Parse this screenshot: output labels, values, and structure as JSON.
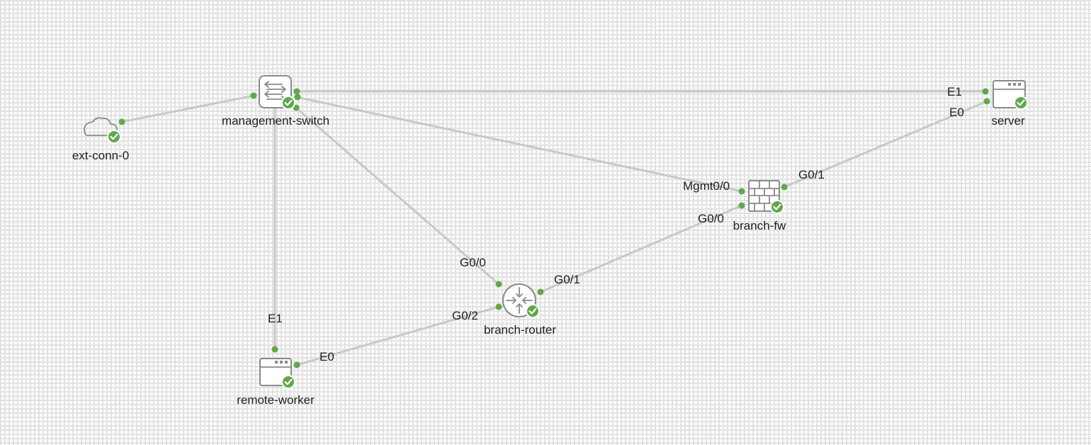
{
  "nodes": {
    "ext_conn": {
      "label": "ext-conn-0",
      "icon": "cloud-icon",
      "status": "running"
    },
    "mgmt_switch": {
      "label": "management-switch",
      "icon": "switch-icon",
      "status": "running"
    },
    "server": {
      "label": "server",
      "icon": "server-icon",
      "status": "running"
    },
    "branch_fw": {
      "label": "branch-fw",
      "icon": "firewall-icon",
      "status": "running"
    },
    "branch_router": {
      "label": "branch-router",
      "icon": "router-icon",
      "status": "running"
    },
    "remote_worker": {
      "label": "remote-worker",
      "icon": "server-icon",
      "status": "running"
    }
  },
  "ports": {
    "server_e1": "E1",
    "server_e0": "E0",
    "fw_mgmt": "Mgmt0/0",
    "fw_g01": "G0/1",
    "fw_g00": "G0/0",
    "router_g00": "G0/0",
    "router_g01": "G0/1",
    "router_g02": "G0/2",
    "worker_e1": "E1",
    "worker_e0": "E0"
  },
  "colors": {
    "link": "#c8c8c8",
    "port": "#5fa84c",
    "status_ok": "#5fa84c",
    "icon_stroke": "#8a8a8a"
  }
}
